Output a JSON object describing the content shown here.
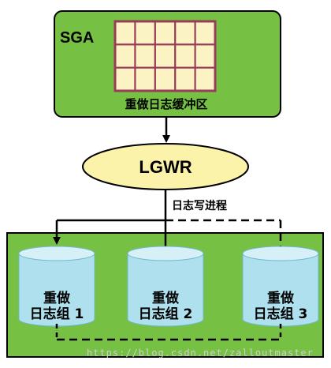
{
  "sga": {
    "label": "SGA",
    "buffer_label": "重做日志缓冲区",
    "buffer_grid": {
      "rows": 3,
      "cols": 5
    }
  },
  "lgwr": {
    "label": "LGWR"
  },
  "log_writer_label": "日志写进程",
  "log_groups": [
    {
      "line1": "重做",
      "line2": "日志组 1"
    },
    {
      "line1": "重做",
      "line2": "日志组 2"
    },
    {
      "line1": "重做",
      "line2": "日志组 3"
    }
  ],
  "watermark": "https://blog.csdn.net/zalloutmaster",
  "colors": {
    "green": "#76c043",
    "buffer_fill": "#fbf3c4",
    "buffer_border": "#9b3b5a",
    "ellipse": "#fbf3a9",
    "cylinder_side": "#aee0ee",
    "cylinder_top": "#d7f0f7"
  }
}
